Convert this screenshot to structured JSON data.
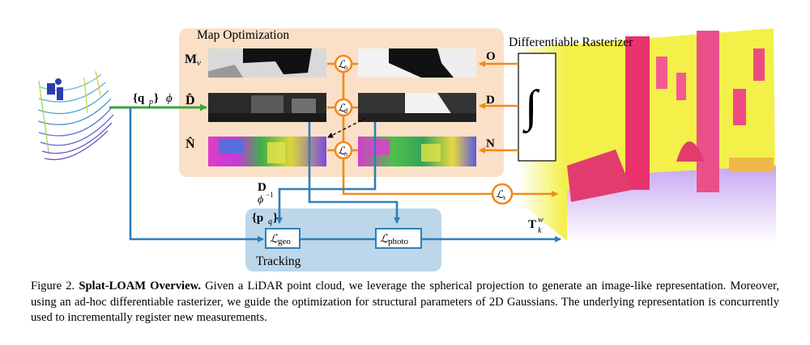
{
  "diagram": {
    "map_optimization_label": "Map Optimization",
    "rasterizer_label": "Differentiable Rasterizer",
    "tracking_label": "Tracking",
    "rows": [
      {
        "name": "M",
        "sub": "v"
      },
      {
        "name": "D̂",
        "sub": ""
      },
      {
        "name": "N̂",
        "sub": ""
      }
    ],
    "raster_outputs": [
      "O",
      "D",
      "N"
    ],
    "loss_symbol": "ℒ",
    "losses": [
      "o",
      "d",
      "n",
      "s"
    ],
    "integral_symbol": "∫",
    "input_points": "{q",
    "input_points_sub": "p",
    "input_points_close": "}",
    "phi": "ϕ",
    "depth_label": "D",
    "phi_inverse": "ϕ",
    "phi_inverse_sup": "−1",
    "projected_points": "{p",
    "projected_points_sub": "q",
    "projected_points_close": "}",
    "loss_geo_sub": "geo",
    "loss_photo_sub": "photo",
    "pose_label": "T",
    "pose_sup": "w",
    "pose_sub": "k"
  },
  "caption": {
    "prefix": "Figure 2.",
    "title": "Splat-LOAM Overview.",
    "text": "Given a LiDAR point cloud, we leverage the spherical projection to generate an image-like representation. Moreover, using an ad-hoc differentiable rasterizer, we guide the optimization for structural parameters of 2D Gaussians. The underlying representation is concurrently used to incrementally register new measurements."
  },
  "colors": {
    "map_panel": "#fbe0c8",
    "tracking_panel": "#bcd7ea",
    "orange": "#f08a1c",
    "blue": "#2f7fb8",
    "green": "#3fa33f"
  }
}
